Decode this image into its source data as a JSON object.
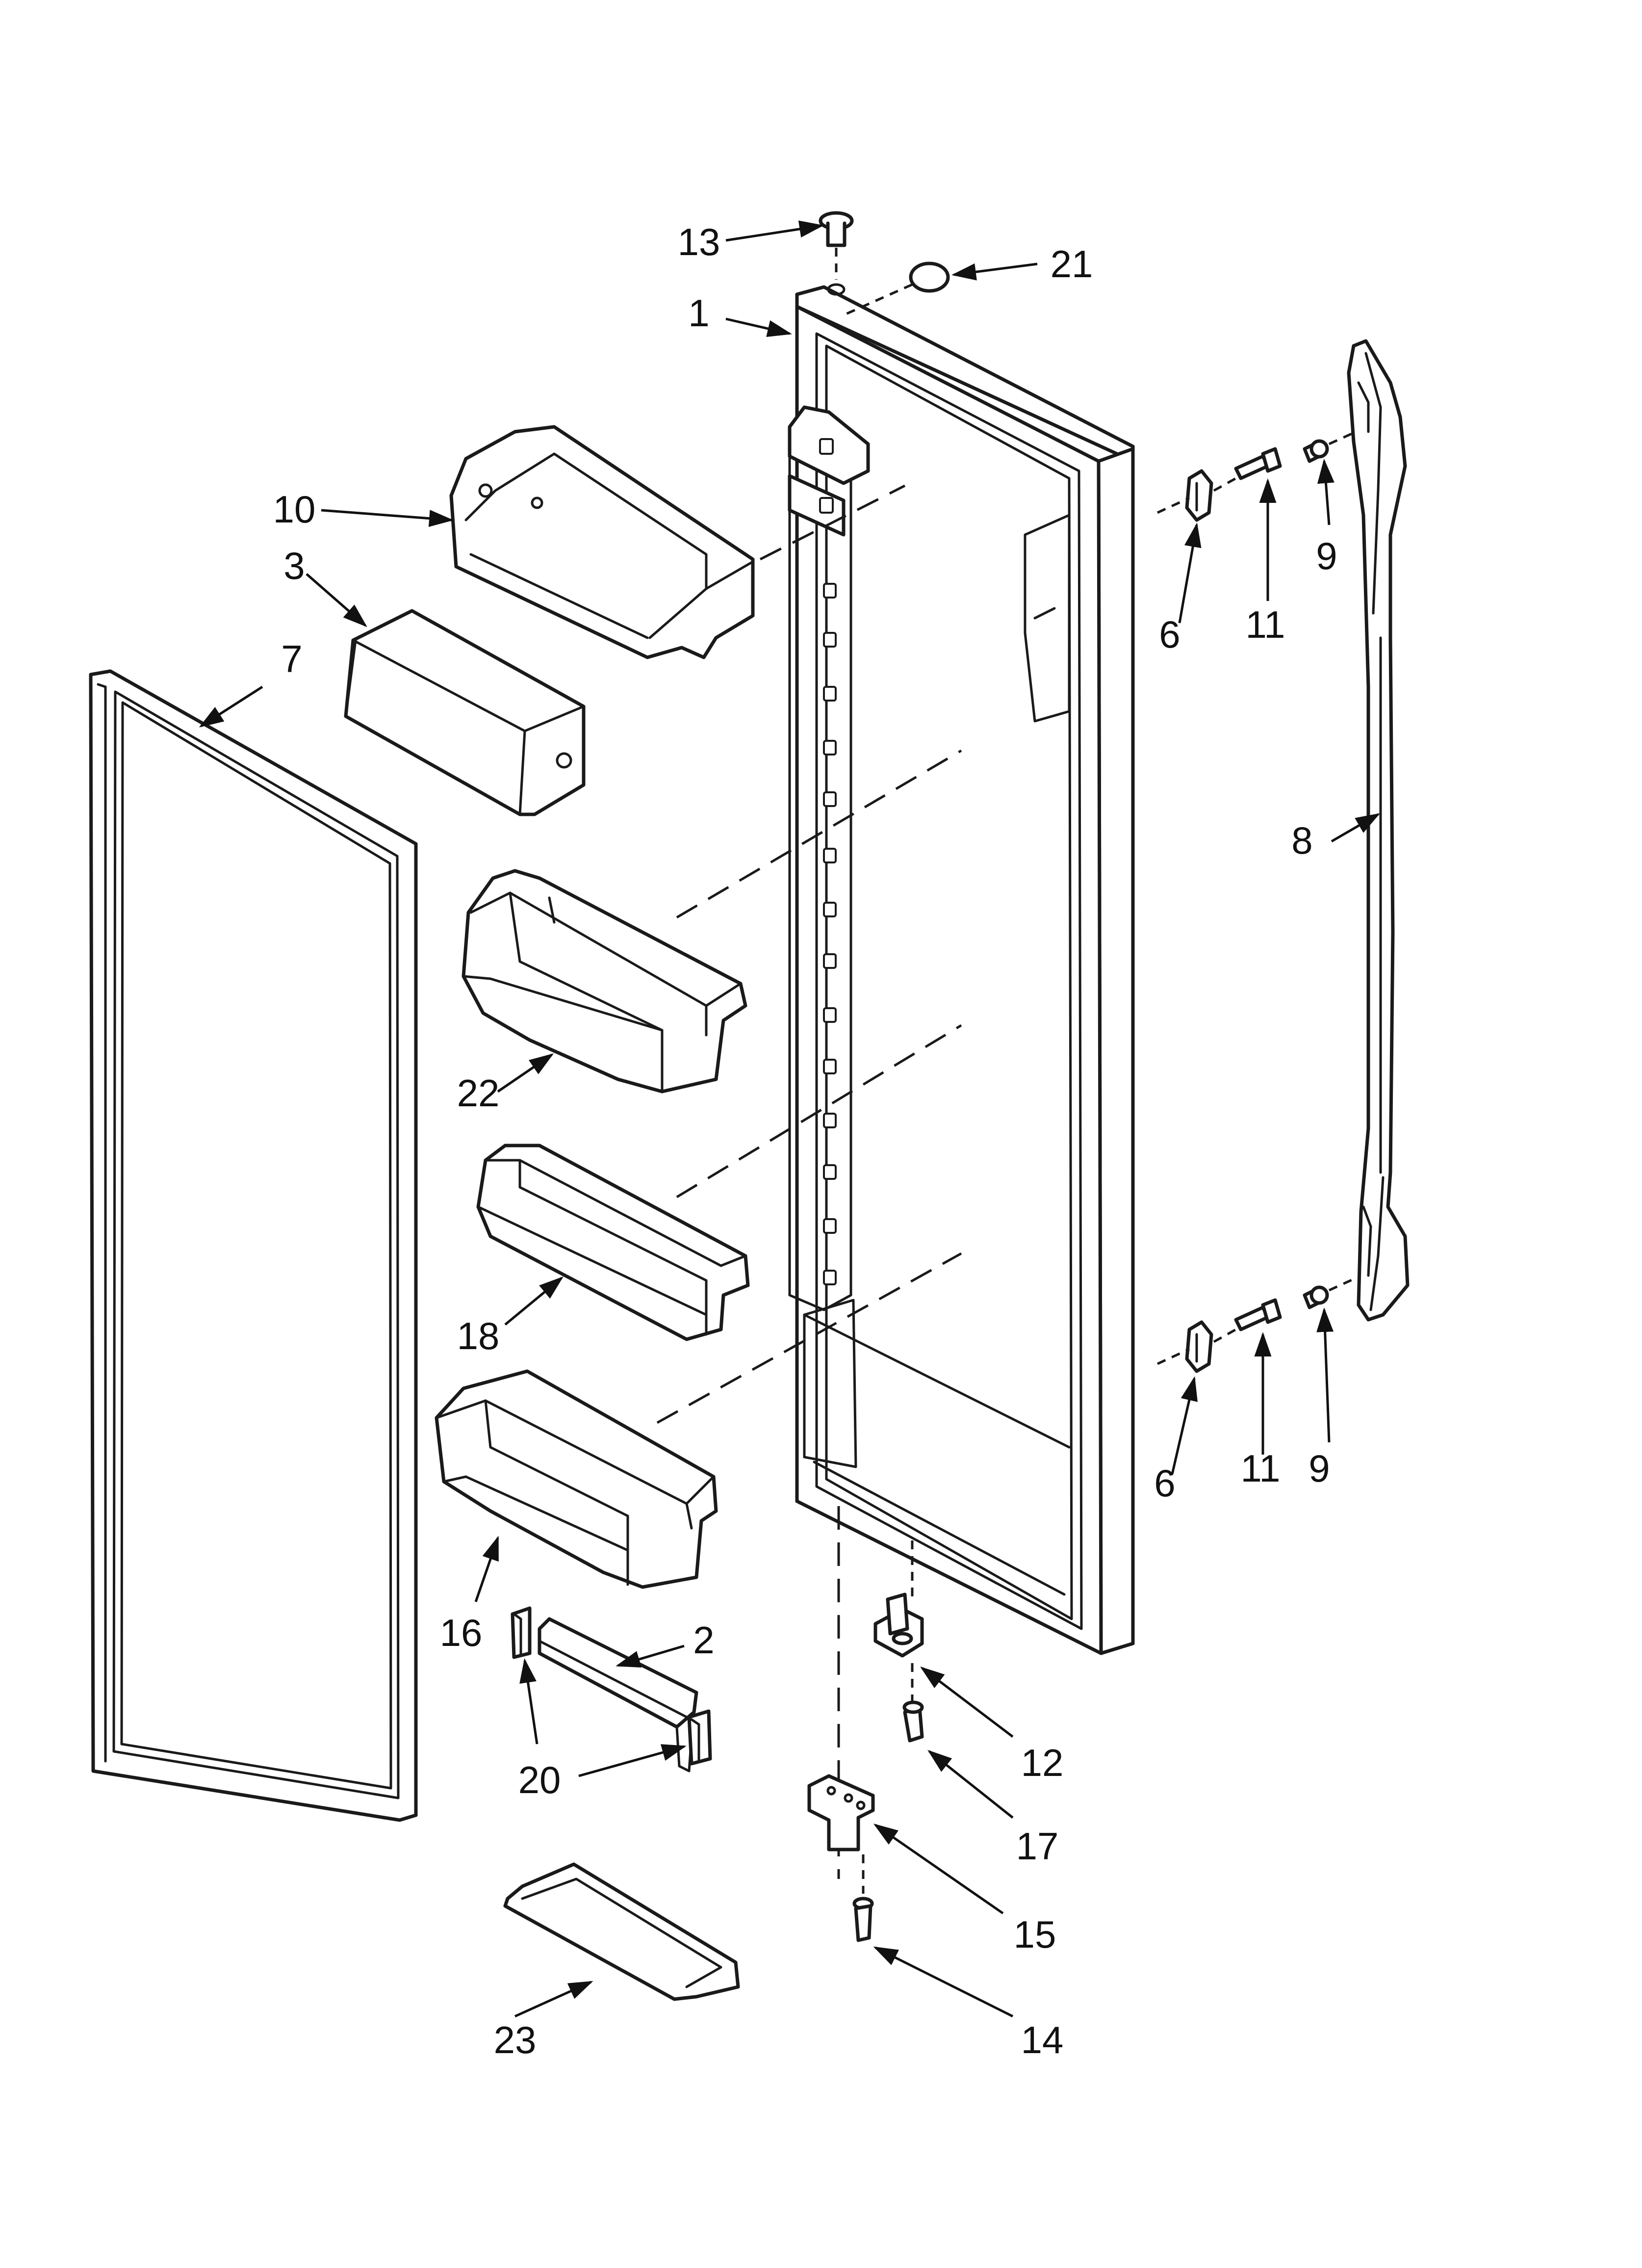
{
  "diagram": {
    "callouts": [
      {
        "id": "c1",
        "label": "1"
      },
      {
        "id": "c2",
        "label": "2"
      },
      {
        "id": "c3",
        "label": "3"
      },
      {
        "id": "c6a",
        "label": "6"
      },
      {
        "id": "c6b",
        "label": "6"
      },
      {
        "id": "c7",
        "label": "7"
      },
      {
        "id": "c8",
        "label": "8"
      },
      {
        "id": "c9a",
        "label": "9"
      },
      {
        "id": "c9b",
        "label": "9"
      },
      {
        "id": "c10",
        "label": "10"
      },
      {
        "id": "c11a",
        "label": "11"
      },
      {
        "id": "c11b",
        "label": "11"
      },
      {
        "id": "c12",
        "label": "12"
      },
      {
        "id": "c13",
        "label": "13"
      },
      {
        "id": "c14",
        "label": "14"
      },
      {
        "id": "c15",
        "label": "15"
      },
      {
        "id": "c16",
        "label": "16"
      },
      {
        "id": "c17",
        "label": "17"
      },
      {
        "id": "c18",
        "label": "18"
      },
      {
        "id": "c20",
        "label": "20"
      },
      {
        "id": "c21",
        "label": "21"
      },
      {
        "id": "c22",
        "label": "22"
      },
      {
        "id": "c23",
        "label": "23"
      }
    ]
  }
}
